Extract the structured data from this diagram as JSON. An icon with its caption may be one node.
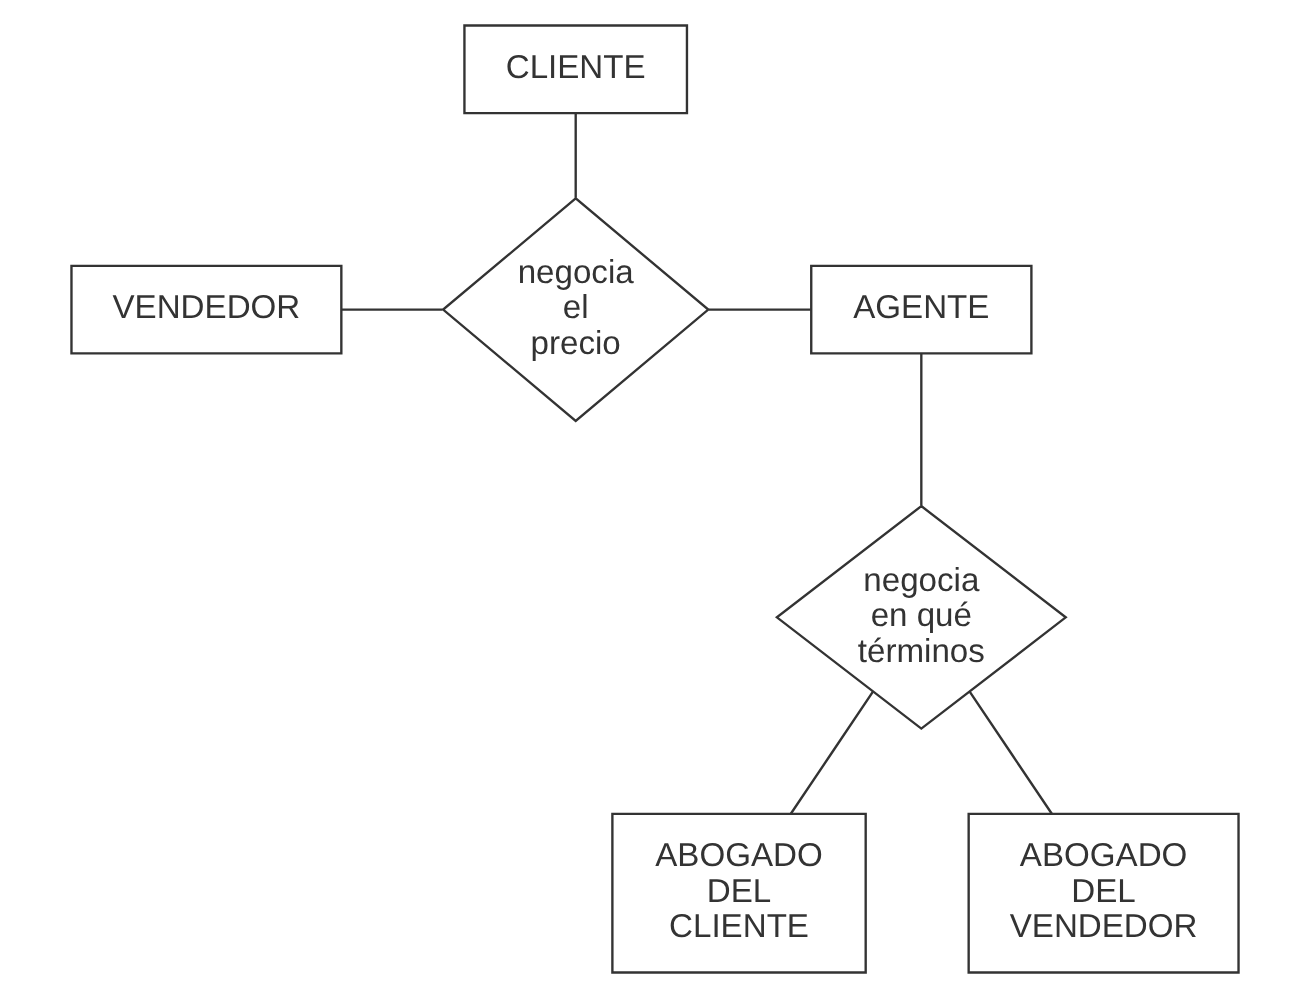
{
  "diagram": {
    "nodes": [
      {
        "text": [
          "CLIENTE"
        ]
      },
      {
        "text": [
          "VENDEDOR"
        ]
      },
      {
        "text": [
          "negocia el precio"
        ]
      },
      {
        "text": [
          "AGENTE"
        ]
      },
      {
        "text": [
          "negocia en qué términos"
        ]
      },
      {
        "text": [
          "ABOGADO DEL CLIENTE"
        ]
      },
      {
        "text": [
          "ABOGADO DEL VENDEDOR"
        ]
      }
    ],
    "edges": [
      {
        "from": 0,
        "to": 2,
        "arrow": "none"
      },
      {
        "from": 1,
        "to": 2,
        "arrow": "none"
      },
      {
        "from": 2,
        "to": 3,
        "arrow": "none"
      },
      {
        "from": 3,
        "to": 4,
        "arrow": "none"
      },
      {
        "from": 4,
        "to": 5,
        "arrow": "none"
      },
      {
        "from": 4,
        "to": 6,
        "arrow": "none"
      }
    ]
  }
}
